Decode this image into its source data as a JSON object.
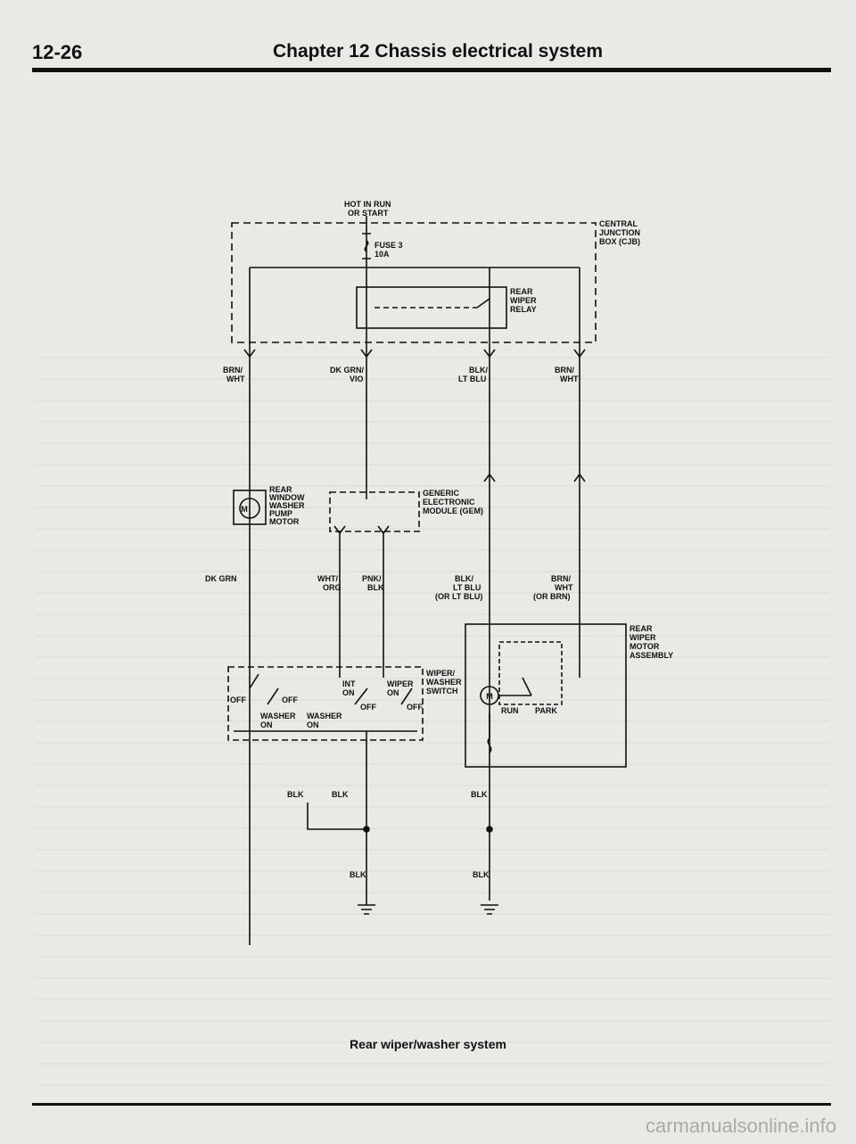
{
  "header": {
    "page_number": "12-26",
    "chapter_title": "Chapter 12  Chassis electrical system"
  },
  "diagram": {
    "supply": [
      "HOT IN RUN",
      "OR START"
    ],
    "cjb": [
      "CENTRAL",
      "JUNCTION",
      "BOX (CJB)"
    ],
    "fuse": [
      "FUSE 3",
      "10A"
    ],
    "relay": [
      "REAR",
      "WIPER",
      "RELAY"
    ],
    "wire_brn_wht_left": [
      "BRN/",
      "WHT"
    ],
    "wire_dk_grn_vio": [
      "DK GRN/",
      "VIO"
    ],
    "wire_blk_lt_blu_top": [
      "BLK/",
      "LT BLU"
    ],
    "wire_brn_wht_right": [
      "BRN/",
      "WHT"
    ],
    "pump_motor": [
      "REAR",
      "WINDOW",
      "WASHER",
      "PUMP",
      "MOTOR"
    ],
    "gem": [
      "GENERIC",
      "ELECTRONIC",
      "MODULE (GEM)"
    ],
    "wire_dk_grn": "DK GRN",
    "wire_wht_org": [
      "WHT/",
      "ORG"
    ],
    "wire_pnk_blk": [
      "PNK/",
      "BLK"
    ],
    "wire_blk_lt_blu_alt": [
      "BLK/",
      "LT BLU",
      "(OR LT BLU)"
    ],
    "wire_brn_wht_alt": [
      "BRN/",
      "WHT",
      "(OR BRN)"
    ],
    "motor_assembly": [
      "REAR",
      "WIPER",
      "MOTOR",
      "ASSEMBLY"
    ],
    "switch_name": [
      "WIPER/",
      "WASHER",
      "SWITCH"
    ],
    "switch_int": [
      "INT",
      "ON"
    ],
    "switch_wiper": [
      "WIPER",
      "ON"
    ],
    "switch_off_a": "OFF",
    "switch_off_b": "OFF",
    "switch_off_c": "OFF",
    "switch_off_d": "OFF",
    "switch_washer_a": [
      "WASHER",
      "ON"
    ],
    "switch_washer_b": [
      "WASHER",
      "ON"
    ],
    "motor_run": "RUN",
    "motor_park": "PARK",
    "motor_symbol": "M",
    "ground_blk_1": "BLK",
    "ground_blk_2": "BLK",
    "ground_blk_3": "BLK",
    "ground_blk_4": "BLK",
    "ground_blk_5": "BLK"
  },
  "caption": "Rear wiper/washer system",
  "watermark": "carmanualsonline.info"
}
